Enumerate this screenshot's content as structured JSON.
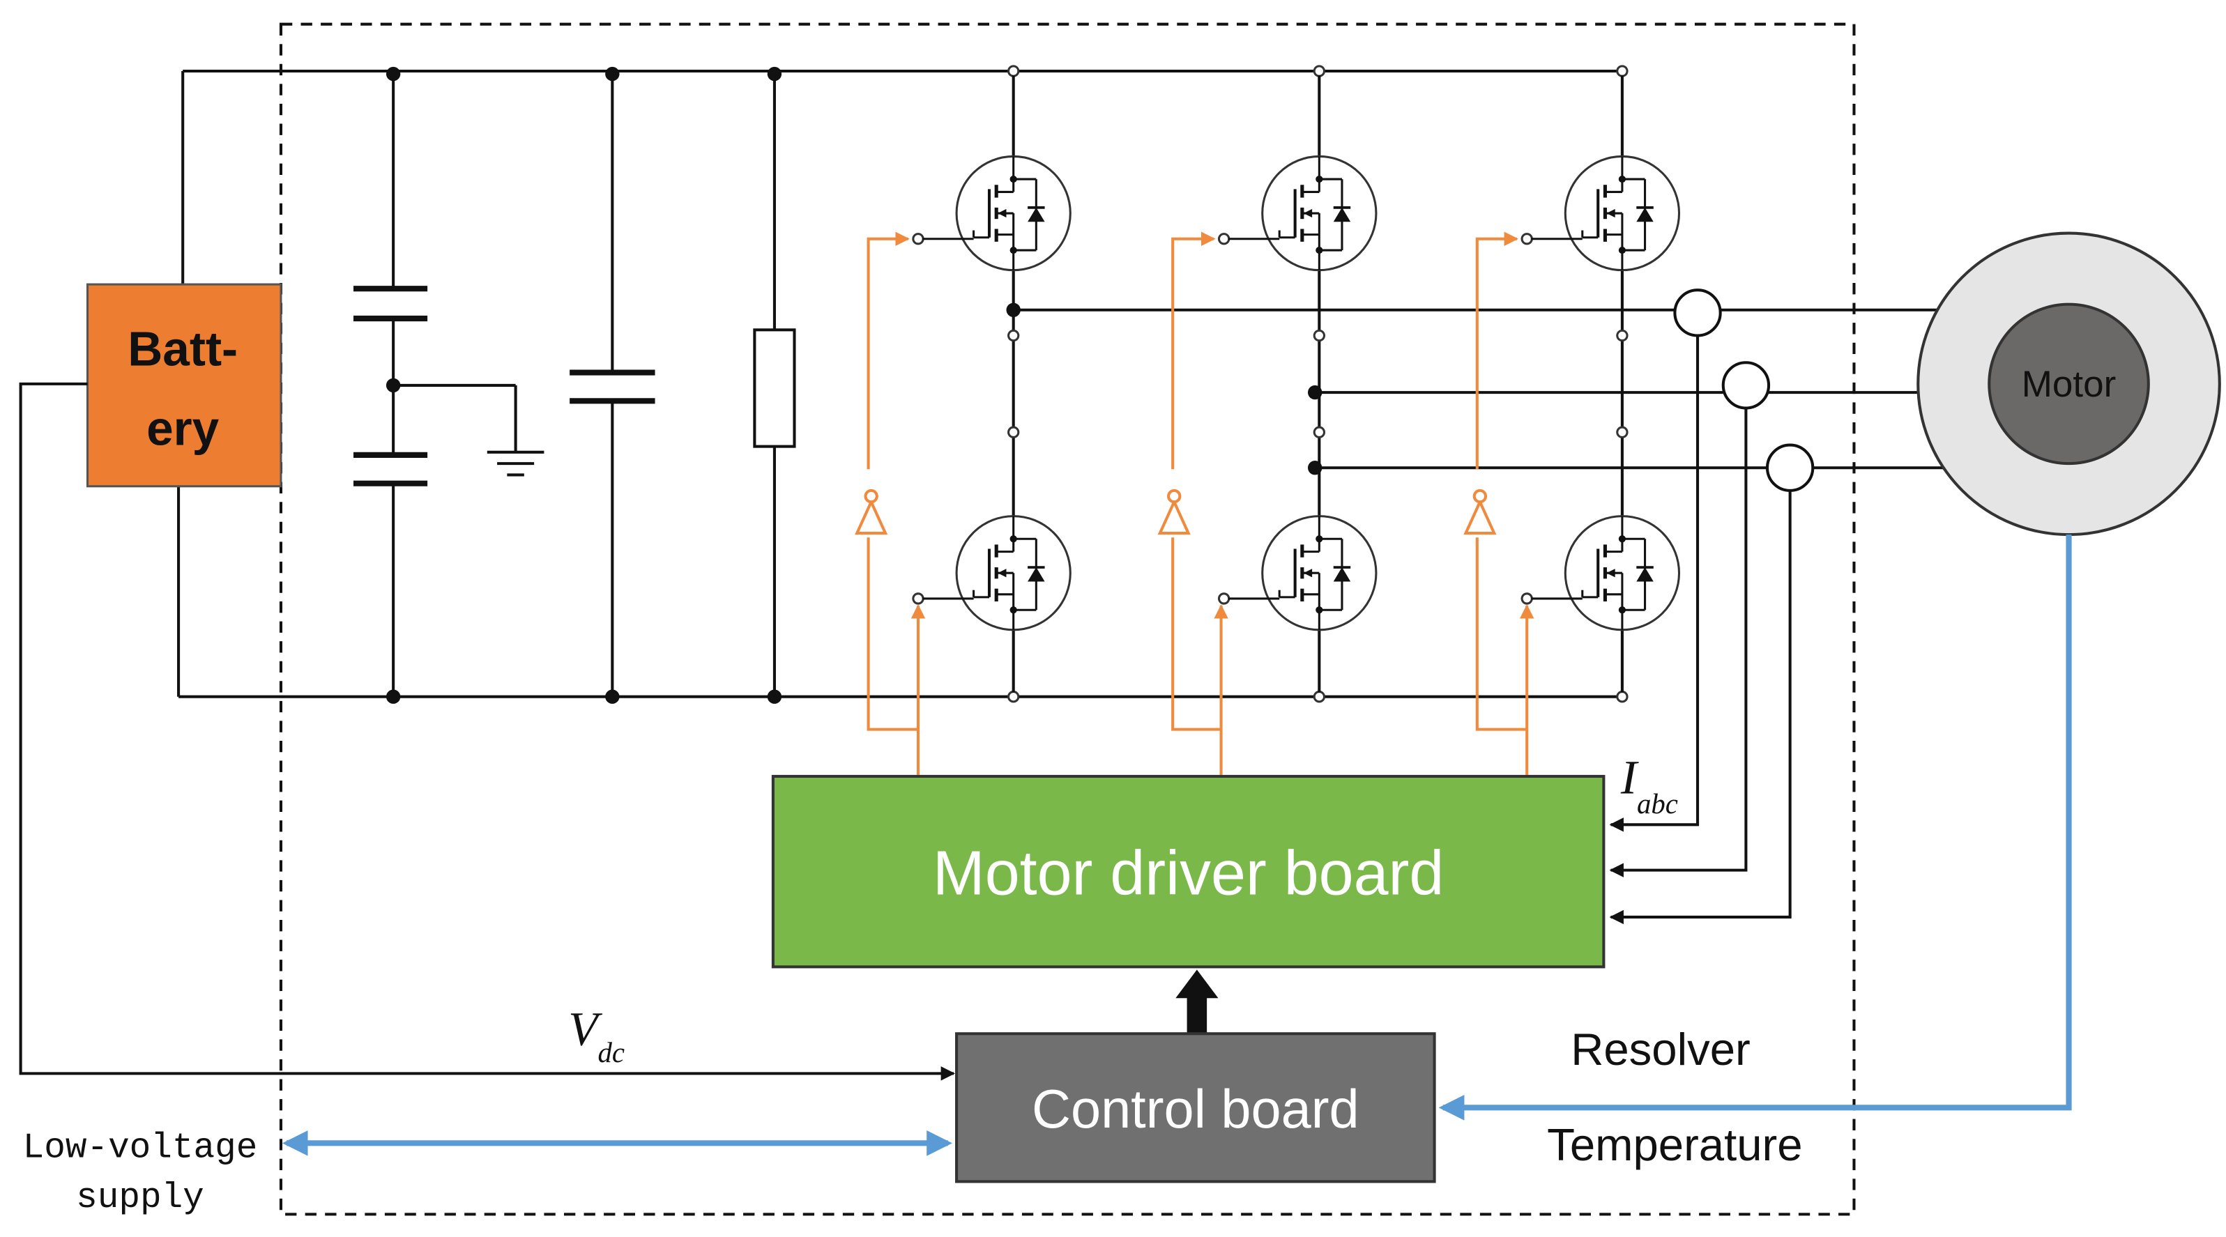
{
  "battery": {
    "label_line1": "Batt-",
    "label_line2": "ery"
  },
  "motor": {
    "label": "Motor"
  },
  "motor_driver": {
    "label": "Motor driver board"
  },
  "control": {
    "label": "Control board"
  },
  "signals": {
    "current_symbol": "I",
    "current_sub": "abc",
    "voltage_symbol": "V",
    "voltage_sub": "dc",
    "resolver": "Resolver",
    "temperature": "Temperature",
    "low_voltage_line1": "Low-voltage",
    "low_voltage_line2": "supply"
  },
  "colors": {
    "battery": "#ED7D31",
    "driver": "#7AB84A",
    "control": "#707070",
    "gate_signal": "#F08A3C",
    "sensor_link": "#5B9BD5",
    "wire": "#111111"
  }
}
